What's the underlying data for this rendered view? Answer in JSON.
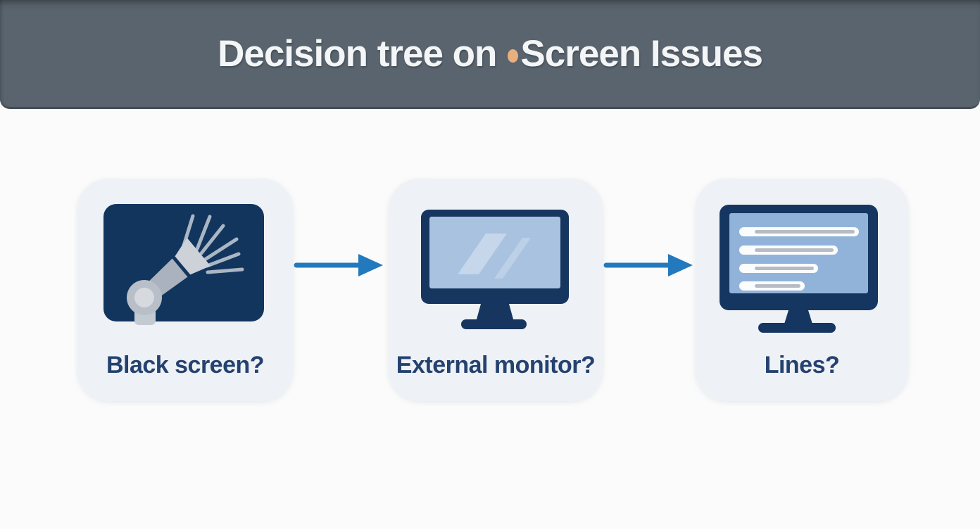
{
  "header": {
    "title_before_dot": "Decision tree on",
    "title_after_dot": "Screen Issues",
    "dot_icon": "orange-dot-icon"
  },
  "nodes": [
    {
      "label": "Black screen?",
      "icon": "flashlight-icon"
    },
    {
      "label": "External monitor?",
      "icon": "external-monitor-icon"
    },
    {
      "label": "Lines?",
      "icon": "monitor-lines-icon"
    }
  ],
  "connectors": [
    {
      "type": "arrow-right"
    },
    {
      "type": "arrow-right"
    }
  ],
  "colors": {
    "header_bg": "#5a646e",
    "header_border": "#434d55",
    "title_text": "#f3f5f6",
    "title_dot": "#e8b07c",
    "page_bg": "#fbfbfb",
    "card_bg": "#eef1f5",
    "navy_dark": "#12355e",
    "monitor_bezel": "#17365f",
    "screen_light_blue": "#a9c2e0",
    "screen_medium_blue": "#92b3d9",
    "screen_reflection": "#c6d6eb",
    "screen_line_white": "#fbfcfd",
    "screen_line_gray": "#b6bcc4",
    "flashlight_gray": "#aab6c3",
    "label_text": "#24426f",
    "arrow_blue": "#2379bd"
  }
}
